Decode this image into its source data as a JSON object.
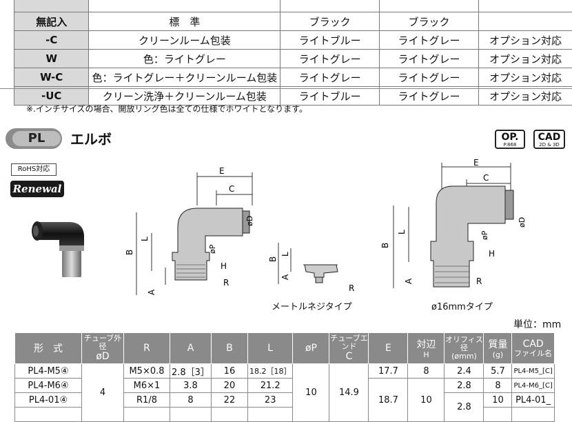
{
  "options_table": {
    "header_partial": [
      "",
      "",
      "",
      ""
    ],
    "rows": [
      {
        "code": "無記入",
        "desc": "標　準",
        "ring": "ブラック",
        "body": "ブラック",
        "note": ""
      },
      {
        "code": "-C",
        "desc": "クリーンルーム包装",
        "ring": "ライトブルー",
        "body": "ライトグレー",
        "note": "オプション対応"
      },
      {
        "code": "W",
        "desc": "色：ライトグレー",
        "ring": "ライトグレー",
        "body": "ライトグレー",
        "note": "オプション対応"
      },
      {
        "code": "W-C",
        "desc": "色：ライトグレー＋クリーンルーム包装",
        "ring": "ライトグレー",
        "body": "ライトグレー",
        "note": "オプション対応"
      },
      {
        "code": "-UC",
        "desc": "クリーン洗浄＋クリーンルーム包装",
        "ring": "ライトブルー",
        "body": "ライトグレー",
        "note": "オプション対応"
      }
    ]
  },
  "note": "※.インチサイズの場合、開放リング色は全ての仕様でホワイトとなります。",
  "section": {
    "code": "PL",
    "title": "エルボ",
    "badge_op": "OP.",
    "badge_op_sub": "P.868",
    "badge_cad": "CAD",
    "badge_cad_sub": "2D & 3D",
    "rohs": "RoHS対応",
    "renewal": "Renewal"
  },
  "drawings": {
    "labels": {
      "E": "E",
      "C": "C",
      "D": "øD",
      "P": "øP",
      "B": "B",
      "L": "L",
      "H": "H",
      "A": "A",
      "R": "R"
    },
    "caption_metric": "メートルネジタイプ",
    "caption_16": "ø16mmタイプ"
  },
  "unit": "単位：mm",
  "spec_table": {
    "headers": [
      {
        "main": "形　式",
        "sub": ""
      },
      {
        "main": "チューブ外径",
        "sub": "øD"
      },
      {
        "main": "R",
        "sub": ""
      },
      {
        "main": "A",
        "sub": ""
      },
      {
        "main": "B",
        "sub": ""
      },
      {
        "main": "L",
        "sub": ""
      },
      {
        "main": "øP",
        "sub": ""
      },
      {
        "main": "チューブエンド",
        "sub": "C"
      },
      {
        "main": "E",
        "sub": ""
      },
      {
        "main": "対辺",
        "sub": "H"
      },
      {
        "main": "オリフィス径",
        "sub": "(ømm)"
      },
      {
        "main": "質量",
        "sub": "(g)"
      },
      {
        "main": "CAD",
        "sub": "ファイル名"
      }
    ],
    "rows": [
      {
        "model": "PL4-M5④",
        "R": "M5×0.8",
        "A": "2.8［3］",
        "B": "16",
        "L": "18.2［18］",
        "E": "17.7",
        "H": "8",
        "orifice": "2.4",
        "mass": "5.7",
        "cad": "PL4-M5_[C]"
      },
      {
        "model": "PL4-M6④",
        "R": "M6×1",
        "A": "3.8",
        "B": "20",
        "L": "21.2",
        "E": "",
        "H": "",
        "orifice": "2.8",
        "mass": "8",
        "cad": "PL4-M6_[C]"
      },
      {
        "model": "PL4-01④",
        "R": "R1/8",
        "A": "8",
        "B": "22",
        "L": "23",
        "E": "18.7",
        "H": "10",
        "orifice": "",
        "mass": "10",
        "cad": "PL4-01_"
      }
    ],
    "tube_od": "4",
    "p_merged": "10",
    "c_merged": "14.9",
    "h_merged": "10",
    "orifice_bottom": "2.8"
  }
}
